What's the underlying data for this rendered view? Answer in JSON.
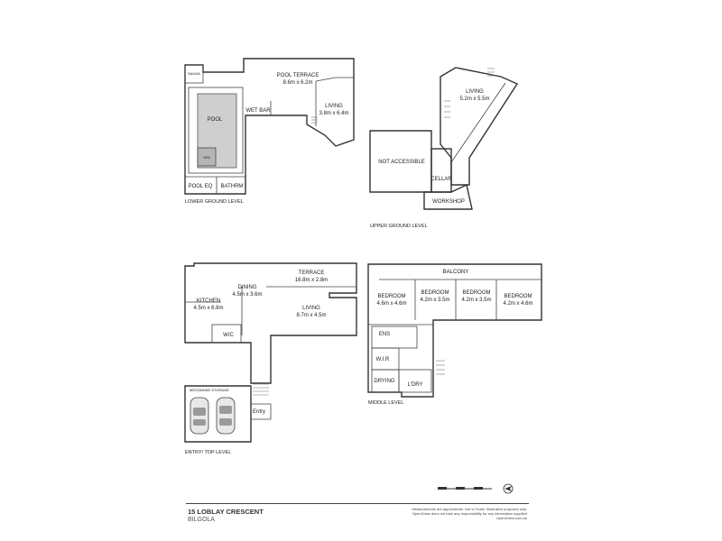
{
  "rooms": {
    "sauna": "SAUNA",
    "pool_terrace": "POOL TERRACE",
    "pool_terrace_dim": "8.6m x 6.2m",
    "pool": "POOL",
    "spa": "SPA",
    "wet_bar": "WET BAR",
    "living_lower": "LIVING",
    "living_lower_dim": "3.8m x 6.4m",
    "pool_eq": "POOL EQ",
    "bathrm": "BATHRM",
    "living_upper": "LIVING",
    "living_upper_dim": "5.2m x 5.5m",
    "not_accessible": "NOT ACCESSIBLE",
    "cellar": "CELLAR",
    "workshop": "WORKSHOP",
    "terrace": "TERRACE",
    "terrace_dim": "16.8m x 2.8m",
    "dining": "DINING",
    "dining_dim": "4.5m x 3.6m",
    "kitchen": "KITCHEN",
    "kitchen_dim": "4.5m x 6.8m",
    "living_top": "LIVING",
    "living_top_dim": "8.7m x 4.5m",
    "wc": "W/C",
    "mezzanine": "MEZZANINE STORAGE",
    "entry": "Entry",
    "balcony": "BALCONY",
    "bed1": "BEDROOM",
    "bed1_dim": "4.6m x 4.6m",
    "bed2": "BEDROOM",
    "bed2_dim": "4.2m x 3.5m",
    "bed3": "BEDROOM",
    "bed3_dim": "4.2m x 3.5m",
    "bed4": "BEDROOM",
    "bed4_dim": "4.2m x 4.6m",
    "ens": "ENS",
    "wir": "W.I.R",
    "drying": "DRYING",
    "ldry": "L'DRY"
  },
  "levels": {
    "lower_ground": "LOWER GROUND LEVEL",
    "upper_ground": "UPPER GROUND LEVEL",
    "entry_top": "ENTRY/ TOP LEVEL",
    "middle": "MIDDLE LEVEL"
  },
  "footer": {
    "address": "15 LOBLAY CRESCENT",
    "suburb": "BILGOLA",
    "disclaimer_1": "Measurements are approximate. Not to Scale. Illustrative purposes only.",
    "disclaimer_2": "Open2view does not take any responsibility for any information supplied",
    "disclaimer_3": "Open2view.com.au"
  },
  "colors": {
    "wall": "#333333",
    "pool_fill": "#cfcfcf",
    "spa_fill": "#bdbdbd",
    "text": "#222222"
  }
}
